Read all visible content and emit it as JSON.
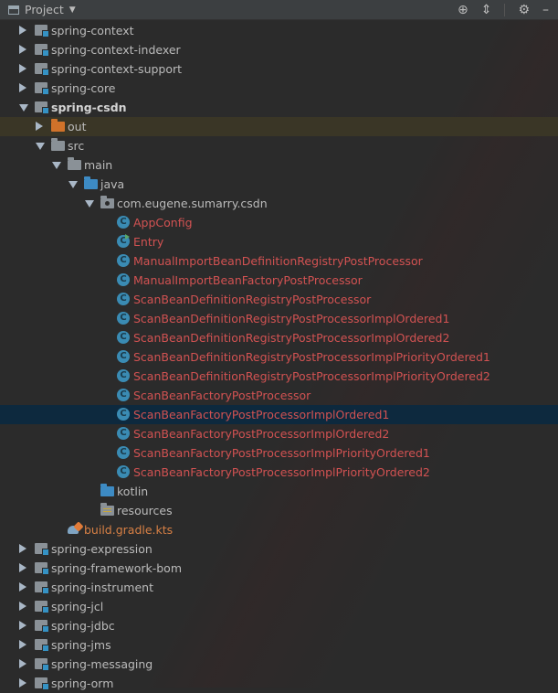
{
  "header": {
    "title": "Project",
    "dropdown_icon": "caret-down-icon",
    "tools": [
      "locate-icon",
      "collapse-all-icon",
      "gear-icon",
      "minimize-icon"
    ]
  },
  "tree": [
    {
      "label": "spring-context",
      "icon": "module-folder-icon",
      "depth": 0,
      "state": "collapsed"
    },
    {
      "label": "spring-context-indexer",
      "icon": "module-folder-icon",
      "depth": 0,
      "state": "collapsed"
    },
    {
      "label": "spring-context-support",
      "icon": "module-folder-icon",
      "depth": 0,
      "state": "collapsed"
    },
    {
      "label": "spring-core",
      "icon": "module-folder-icon",
      "depth": 0,
      "state": "collapsed"
    },
    {
      "label": "spring-csdn",
      "icon": "module-folder-icon",
      "depth": 0,
      "state": "expanded",
      "style": "bold"
    },
    {
      "label": "out",
      "icon": "excluded-folder-icon",
      "depth": 1,
      "state": "collapsed",
      "highlight": true
    },
    {
      "label": "src",
      "icon": "folder-icon",
      "depth": 1,
      "state": "expanded"
    },
    {
      "label": "main",
      "icon": "folder-icon",
      "depth": 2,
      "state": "expanded"
    },
    {
      "label": "java",
      "icon": "source-folder-icon",
      "depth": 3,
      "state": "expanded"
    },
    {
      "label": "com.eugene.sumarry.csdn",
      "icon": "package-icon",
      "depth": 4,
      "state": "expanded"
    },
    {
      "label": "AppConfig",
      "icon": "class-icon",
      "depth": 5,
      "state": "leaf",
      "style": "red"
    },
    {
      "label": "Entry",
      "icon": "runnable-class-icon",
      "depth": 5,
      "state": "leaf",
      "style": "red"
    },
    {
      "label": "ManualImportBeanDefinitionRegistryPostProcessor",
      "icon": "class-icon",
      "depth": 5,
      "state": "leaf",
      "style": "red"
    },
    {
      "label": "ManualImportBeanFactoryPostProcessor",
      "icon": "class-icon",
      "depth": 5,
      "state": "leaf",
      "style": "red"
    },
    {
      "label": "ScanBeanDefinitionRegistryPostProcessor",
      "icon": "class-icon",
      "depth": 5,
      "state": "leaf",
      "style": "red"
    },
    {
      "label": "ScanBeanDefinitionRegistryPostProcessorImplOrdered1",
      "icon": "class-icon",
      "depth": 5,
      "state": "leaf",
      "style": "red"
    },
    {
      "label": "ScanBeanDefinitionRegistryPostProcessorImplOrdered2",
      "icon": "class-icon",
      "depth": 5,
      "state": "leaf",
      "style": "red"
    },
    {
      "label": "ScanBeanDefinitionRegistryPostProcessorImplPriorityOrdered1",
      "icon": "class-icon",
      "depth": 5,
      "state": "leaf",
      "style": "red"
    },
    {
      "label": "ScanBeanDefinitionRegistryPostProcessorImplPriorityOrdered2",
      "icon": "class-icon",
      "depth": 5,
      "state": "leaf",
      "style": "red"
    },
    {
      "label": "ScanBeanFactoryPostProcessor",
      "icon": "class-icon",
      "depth": 5,
      "state": "leaf",
      "style": "red"
    },
    {
      "label": "ScanBeanFactoryPostProcessorImplOrdered1",
      "icon": "class-icon",
      "depth": 5,
      "state": "leaf",
      "style": "red",
      "selected": true
    },
    {
      "label": "ScanBeanFactoryPostProcessorImplOrdered2",
      "icon": "class-icon",
      "depth": 5,
      "state": "leaf",
      "style": "red"
    },
    {
      "label": "ScanBeanFactoryPostProcessorImplPriorityOrdered1",
      "icon": "class-icon",
      "depth": 5,
      "state": "leaf",
      "style": "red"
    },
    {
      "label": "ScanBeanFactoryPostProcessorImplPriorityOrdered2",
      "icon": "class-icon",
      "depth": 5,
      "state": "leaf",
      "style": "red"
    },
    {
      "label": "kotlin",
      "icon": "source-folder-icon",
      "depth": 4,
      "state": "leaf"
    },
    {
      "label": "resources",
      "icon": "resources-folder-icon",
      "depth": 4,
      "state": "leaf"
    },
    {
      "label": "build.gradle.kts",
      "icon": "gradle-icon",
      "depth": 2,
      "state": "leaf",
      "style": "orange"
    },
    {
      "label": "spring-expression",
      "icon": "module-folder-icon",
      "depth": 0,
      "state": "collapsed"
    },
    {
      "label": "spring-framework-bom",
      "icon": "module-folder-icon",
      "depth": 0,
      "state": "collapsed"
    },
    {
      "label": "spring-instrument",
      "icon": "module-folder-icon",
      "depth": 0,
      "state": "collapsed"
    },
    {
      "label": "spring-jcl",
      "icon": "module-folder-icon",
      "depth": 0,
      "state": "collapsed"
    },
    {
      "label": "spring-jdbc",
      "icon": "module-folder-icon",
      "depth": 0,
      "state": "collapsed"
    },
    {
      "label": "spring-jms",
      "icon": "module-folder-icon",
      "depth": 0,
      "state": "collapsed"
    },
    {
      "label": "spring-messaging",
      "icon": "module-folder-icon",
      "depth": 0,
      "state": "collapsed"
    },
    {
      "label": "spring-orm",
      "icon": "module-folder-icon",
      "depth": 0,
      "state": "collapsed"
    }
  ]
}
